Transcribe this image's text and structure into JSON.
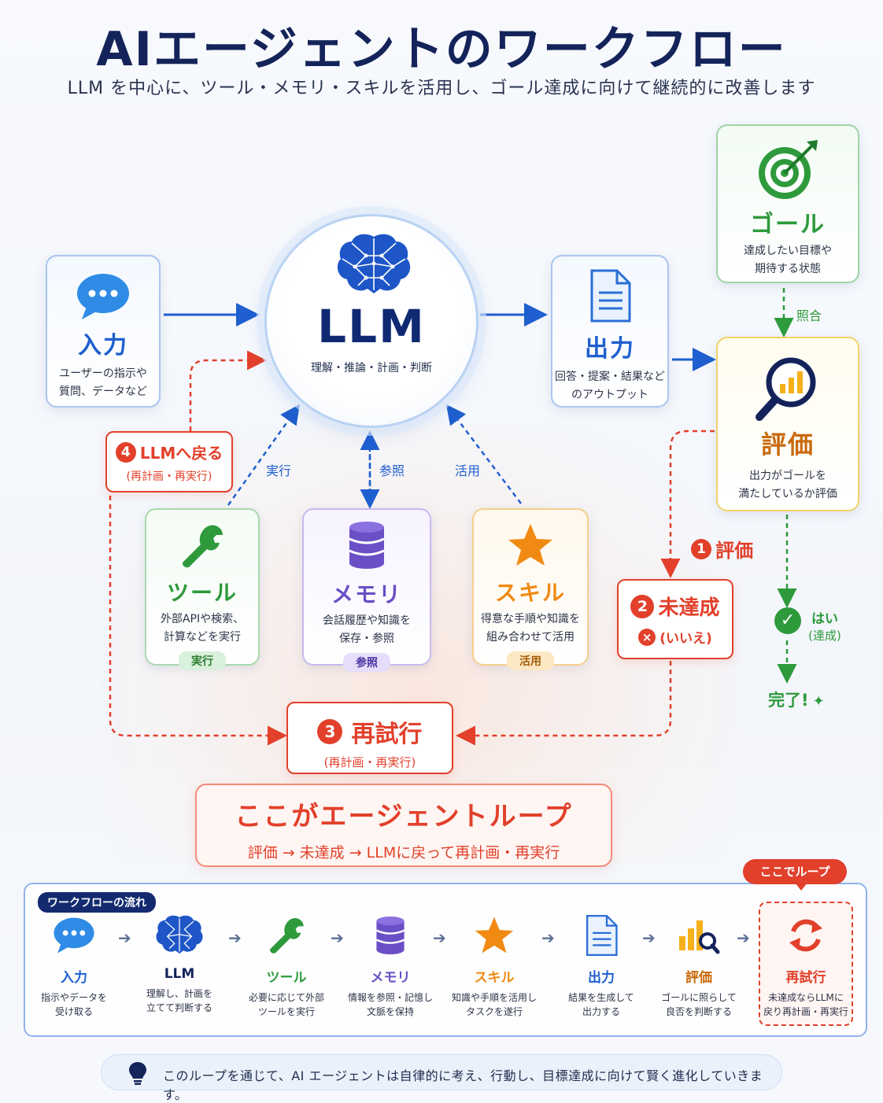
{
  "title": "AIエージェントのワークフロー",
  "subtitle": "LLM を中心に、ツール・メモリ・スキルを活用し、ゴール達成に向けて継続的に改善します",
  "input": {
    "title": "入力",
    "desc1": "ユーザーの指示や",
    "desc2": "質問、データなど",
    "icon": "chat-bubble-icon"
  },
  "llm": {
    "title": "LLM",
    "desc": "理解・推論・計画・判断",
    "icon": "brain-icon"
  },
  "output": {
    "title": "出力",
    "desc1": "回答・提案・結果など",
    "desc2": "のアウトプット",
    "icon": "document-icon"
  },
  "goal": {
    "title": "ゴール",
    "desc1": "達成したい目標や",
    "desc2": "期待する状態",
    "icon": "target-icon",
    "link_label": "照合"
  },
  "evaluate": {
    "title": "評価",
    "desc1": "出力がゴールを",
    "desc2": "満たしているか評価",
    "icon": "magnifier-chart-icon"
  },
  "tool": {
    "title": "ツール",
    "desc1": "外部APIや検索、",
    "desc2": "計算などを実行",
    "pill": "実行",
    "arrow_label": "実行",
    "icon": "wrench-icon"
  },
  "memory": {
    "title": "メモリ",
    "desc1": "会話履歴や知識を",
    "desc2": "保存・参照",
    "pill": "参照",
    "arrow_label": "参照",
    "icon": "database-icon"
  },
  "skill": {
    "title": "スキル",
    "desc1": "得意な手順や知識を",
    "desc2": "組み合わせて活用",
    "pill": "活用",
    "arrow_label": "活用",
    "icon": "star-icon"
  },
  "steps": {
    "s1": {
      "num": "1",
      "label": "評価"
    },
    "s2": {
      "num": "2",
      "label": "未達成",
      "sub": "(いいえ)"
    },
    "s3": {
      "num": "3",
      "label": "再試行",
      "sub": "(再計画・再実行)"
    },
    "s4": {
      "num": "4",
      "label": "LLMへ戻る",
      "sub": "(再計画・再実行)"
    }
  },
  "yes": {
    "label": "はい",
    "sub": "(達成)",
    "done": "完了!"
  },
  "loop_banner": {
    "title": "ここがエージェントループ",
    "desc": "評価 → 未達成 → LLMに戻って再計画・再実行"
  },
  "flow": {
    "tag": "ワークフローの流れ",
    "callout": "ここでループ",
    "arrow": "➔",
    "items": [
      {
        "label": "入力",
        "desc1": "指示やデータを",
        "desc2": "受け取る",
        "icon": "chat-bubble-icon"
      },
      {
        "label": "LLM",
        "desc1": "理解し、計画を",
        "desc2": "立てて判断する",
        "icon": "brain-icon"
      },
      {
        "label": "ツール",
        "desc1": "必要に応じて外部",
        "desc2": "ツールを実行",
        "icon": "wrench-icon"
      },
      {
        "label": "メモリ",
        "desc1": "情報を参照・記憶し",
        "desc2": "文脈を保持",
        "icon": "database-icon"
      },
      {
        "label": "スキル",
        "desc1": "知識や手順を活用し",
        "desc2": "タスクを遂行",
        "icon": "star-icon"
      },
      {
        "label": "出力",
        "desc1": "結果を生成して",
        "desc2": "出力する",
        "icon": "document-icon"
      },
      {
        "label": "評価",
        "desc1": "ゴールに照らして",
        "desc2": "良否を判断する",
        "icon": "chart-magnifier-icon"
      },
      {
        "label": "再試行",
        "desc1": "未達成ならLLMに",
        "desc2": "戻り再計画・再実行",
        "icon": "refresh-icon"
      }
    ]
  },
  "footer": {
    "text": "このループを通じて、AI エージェントは自律的に考え、行動し、目標達成に向けて賢く進化していきます。",
    "icon": "lightbulb-icon"
  },
  "colors": {
    "blue": "#1f5fcf",
    "navy": "#14245a",
    "green": "#2e9a3c",
    "purple": "#6a4fc6",
    "orange": "#f08a12",
    "red": "#e2402b"
  }
}
